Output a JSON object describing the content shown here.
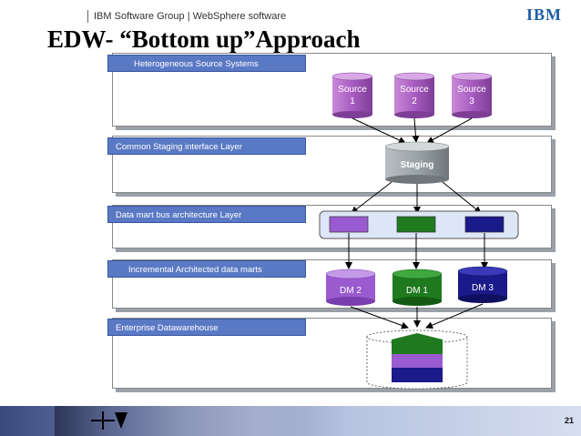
{
  "header": {
    "org": "IBM Software Group | WebSphere software",
    "logo": "IBM"
  },
  "title": "EDW- “Bottom up”Approach",
  "layers": {
    "sources": "Heterogeneous Source Systems",
    "staging": "Common Staging interface Layer",
    "bus": "Data mart bus architecture Layer",
    "marts": "Incremental Architected data marts",
    "edw": "Enterprise Datawarehouse"
  },
  "sources": [
    {
      "line1": "Source",
      "line2": "1"
    },
    {
      "line1": "Source",
      "line2": "2"
    },
    {
      "line1": "Source",
      "line2": "3"
    }
  ],
  "staging_label": "Staging",
  "datamarts": [
    "DM 2",
    "DM 1",
    "DM 3"
  ],
  "colors": {
    "source": "#b06cc4",
    "layer_label": "#5a79c4",
    "staging": "#9aa3a8",
    "dm2": "#9a5ad0",
    "dm1": "#1f7a1f",
    "dm3": "#1a1a8a",
    "bus_box": "#dde6f7"
  },
  "footer": {
    "page_number": "21"
  }
}
